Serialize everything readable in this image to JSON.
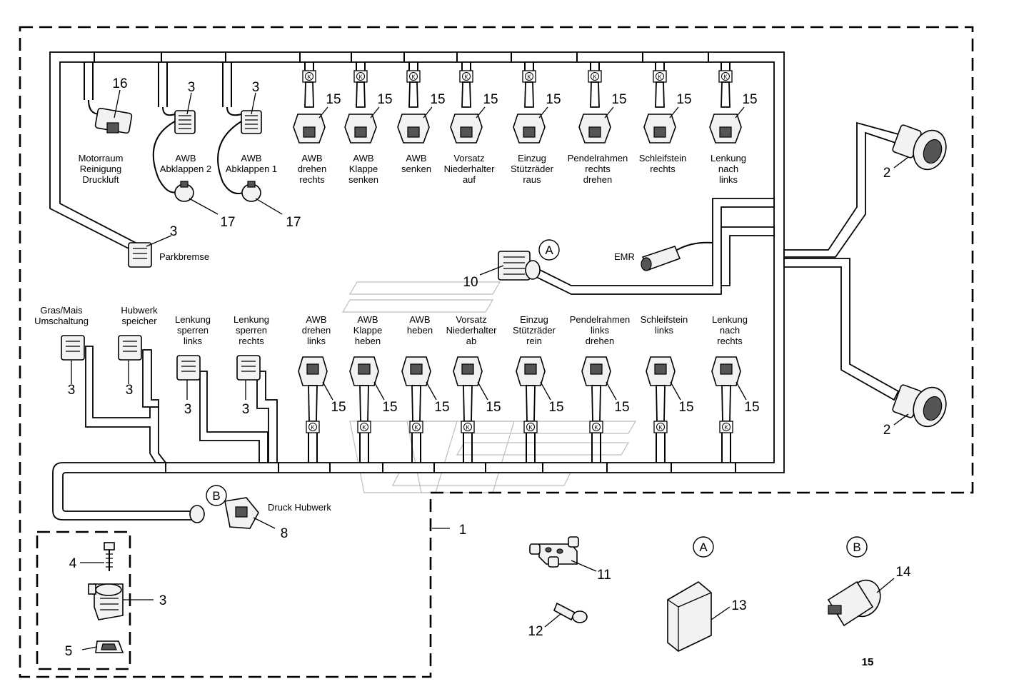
{
  "page_number": "15",
  "labels": {
    "motorraum": "Motorraum\nReinigung\nDruckluft",
    "awb_abkl2": "AWB\nAbklappen 2",
    "awb_abkl1": "AWB\nAbklappen 1",
    "parkbremse": "Parkbremse",
    "emr": "EMR",
    "druck_hubwerk": "Druck Hubwerk",
    "gras_mais": "Gras/Mais\nUmschaltung",
    "hubwerk_speicher": "Hubwerk\nspeicher",
    "lenk_sperr_links": "Lenkung\nsperren\nlinks",
    "lenk_sperr_rechts": "Lenkung\nsperren\nrechts",
    "top_valves": [
      "AWB\ndrehen\nrechts",
      "AWB\nKlappe\nsenken",
      "AWB\nsenken",
      "Vorsatz\nNiederhalter\nauf",
      "Einzug\nStützräder\nraus",
      "Pendelrahmen\nrechts\ndrehen",
      "Schleifstein\nrechts",
      "Lenkung\nnach\nlinks"
    ],
    "bottom_valves": [
      "AWB\ndrehen\nlinks",
      "AWB\nKlappe\nheben",
      "AWB\nheben",
      "Vorsatz\nNiederhalter\nab",
      "Einzug\nStützräder\nrein",
      "Pendelrahmen\nlinks\ndrehen",
      "Schleifstein\nlinks",
      "Lenkung\nnach\nrechts"
    ]
  },
  "callouts": {
    "n1": "1",
    "n2": "2",
    "n3": "3",
    "n4": "4",
    "n5": "5",
    "n8": "8",
    "n10": "10",
    "n11": "11",
    "n12": "12",
    "n13": "13",
    "n14": "14",
    "n15": "15",
    "n16": "16",
    "n17": "17"
  },
  "refs": {
    "A": "A",
    "B": "B"
  },
  "k_marker": "K"
}
